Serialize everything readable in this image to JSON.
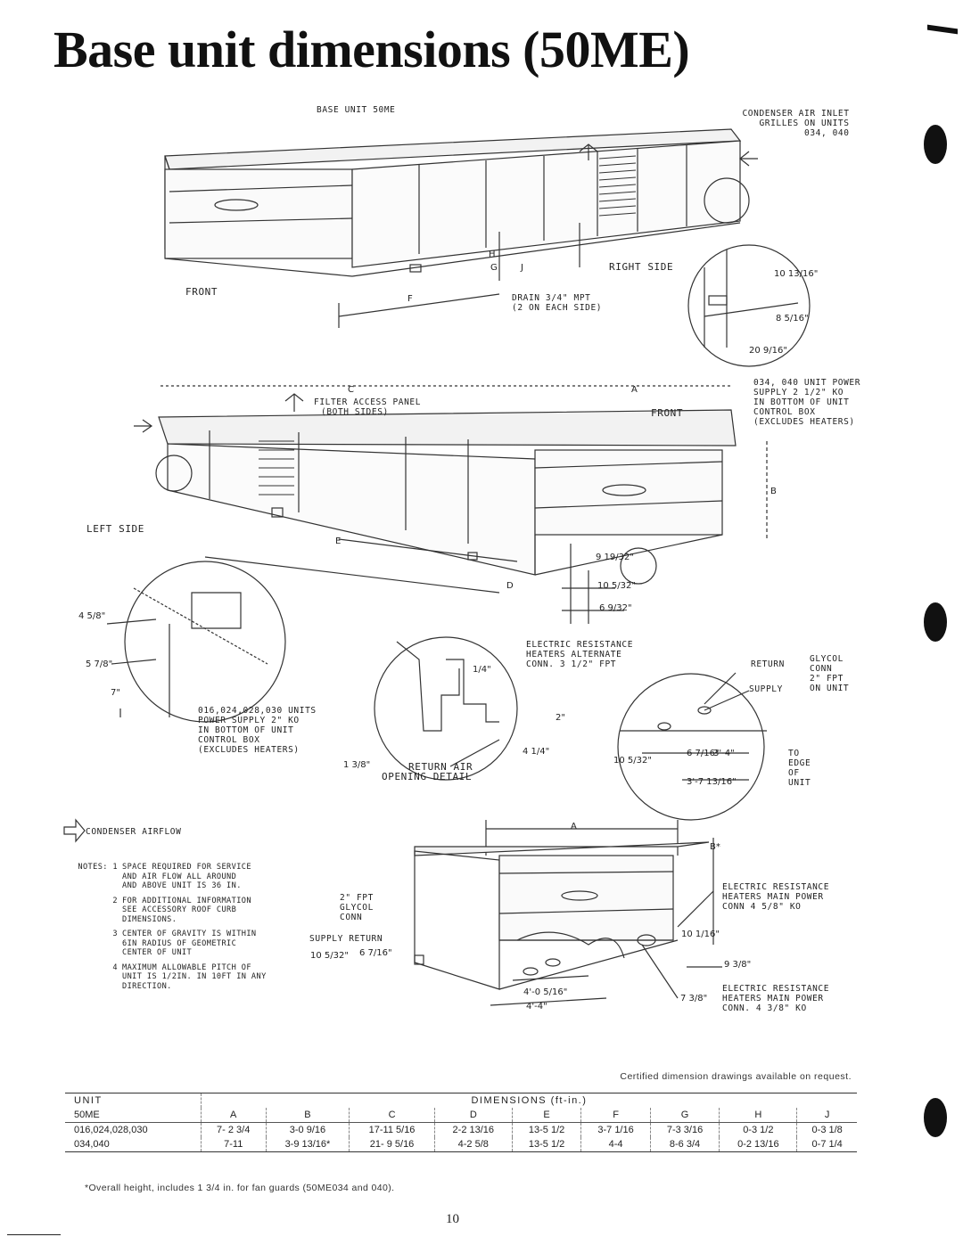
{
  "title": "Base unit dimensions (50ME)",
  "labels": {
    "base_unit": "BASE UNIT 50ME",
    "condenser_air_inlet": [
      "CONDENSER AIR INLET",
      "GRILLES ON UNITS",
      "034, 040"
    ],
    "right_side": "RIGHT SIDE",
    "front_top": "FRONT",
    "drain": [
      "DRAIN 3/4\" MPT",
      "(2 ON EACH SIDE)"
    ],
    "front_mid": "FRONT",
    "filter_access": [
      "FILTER ACCESS PANEL",
      "(BOTH SIDES)"
    ],
    "power_034_040": [
      "034, 040 UNIT POWER",
      "SUPPLY 2 1/2\" KO",
      "IN BOTTOM OF UNIT",
      "CONTROL BOX",
      "(EXCLUDES HEATERS)"
    ],
    "left_side": "LEFT SIDE",
    "power_016": [
      "016,024,028,030 UNITS",
      "POWER SUPPLY 2\" KO",
      "IN BOTTOM OF UNIT",
      "CONTROL BOX",
      "(EXCLUDES HEATERS)"
    ],
    "electric_alt": [
      "ELECTRIC RESISTANCE",
      "HEATERS ALTERNATE",
      "CONN. 3 1/2\" FPT"
    ],
    "return_air": [
      "RETURN AIR",
      "OPENING DETAIL"
    ],
    "return": "RETURN",
    "supply": "SUPPLY",
    "glycol_conn": [
      "GLYCOL",
      "CONN",
      "2\" FPT",
      "ON UNIT"
    ],
    "to_edge": [
      "TO",
      "EDGE",
      "OF",
      "UNIT"
    ],
    "condenser_airflow": "CONDENSER AIRFLOW",
    "fpt_glycol": [
      "2\" FPT",
      "GLYCOL",
      "CONN"
    ],
    "supply_return": "SUPPLY  RETURN",
    "heaters_main_1": [
      "ELECTRIC RESISTANCE",
      "HEATERS MAIN POWER",
      "CONN 4 5/8\" KO"
    ],
    "heaters_main_2": [
      "ELECTRIC RESISTANCE",
      "HEATERS MAIN POWER",
      "CONN. 4 3/8\" KO"
    ]
  },
  "dimension_marks": {
    "c": "C",
    "a": "A",
    "b": "B",
    "d": "D",
    "e": "E",
    "f": "F",
    "g": "G",
    "h": "H",
    "j": "J",
    "a_low": "A",
    "b_star": "B*",
    "d10_13": "10 13/16\"",
    "d8_5": "8 5/16\"",
    "d20_9": "20 9/16\"",
    "d4_5": "4 5/8\"",
    "d5_7": "5 7/8\"",
    "d7": "7\"",
    "d9_19": "9 19/32\"",
    "d10_5": "10 5/32\"",
    "d6_9": "6 9/32\"",
    "d1_4": "1/4\"",
    "d2": "2\"",
    "d4_1": "4 1/4\"",
    "d1_3": "1 3/8\"",
    "d10_5b": "10 5/32\"",
    "d6_7": "6 7/16\"",
    "d3_4": "3'-4\"",
    "d3_7": "3'-7 13/16\"",
    "d10_1": "10 1/16\"",
    "d9_3": "9 3/8\"",
    "d7_3": "7 3/8\"",
    "d10_5c": "10 5/32\"",
    "d6_7b": "6 7/16\"",
    "d4_0": "4'-0 5/16\"",
    "d4_4": "4'-4\""
  },
  "notes": [
    {
      "num": "NOTES: 1",
      "text": "SPACE REQUIRED FOR SERVICE\nAND AIR FLOW ALL AROUND\nAND ABOVE UNIT IS 36 IN."
    },
    {
      "num": "2",
      "text": "FOR ADDITIONAL INFORMATION\nSEE ACCESSORY ROOF CURB\nDIMENSIONS."
    },
    {
      "num": "3",
      "text": "CENTER OF GRAVITY IS WITHIN\n6IN RADIUS OF GEOMETRIC\nCENTER OF UNIT"
    },
    {
      "num": "4",
      "text": "MAXIMUM ALLOWABLE PITCH OF\nUNIT IS 1/2IN. IN 10FT IN ANY\nDIRECTION."
    }
  ],
  "certified": "Certified dimension drawings available on request.",
  "table": {
    "unit_header": "UNIT",
    "model_header": "50ME",
    "dims_header": "DIMENSIONS (ft-in.)",
    "columns": [
      "A",
      "B",
      "C",
      "D",
      "E",
      "F",
      "G",
      "H",
      "J"
    ],
    "rows": [
      {
        "unit": "016,024,028,030",
        "values": [
          "7- 2 3/4",
          "3-0 9/16",
          "17-11 5/16",
          "2-2 13/16",
          "13-5 1/2",
          "3-7 1/16",
          "7-3 3/16",
          "0-3 1/2",
          "0-3 1/8"
        ]
      },
      {
        "unit": "034,040",
        "values": [
          "7-11",
          "3-9 13/16*",
          "21- 9 5/16",
          "4-2 5/8",
          "13-5 1/2",
          "4-4",
          "8-6 3/4",
          "0-2 13/16",
          "0-7 1/4"
        ]
      }
    ]
  },
  "footnote": "*Overall height, includes 1 3/4 in. for fan guards (50ME034 and 040).",
  "page_number": "10"
}
